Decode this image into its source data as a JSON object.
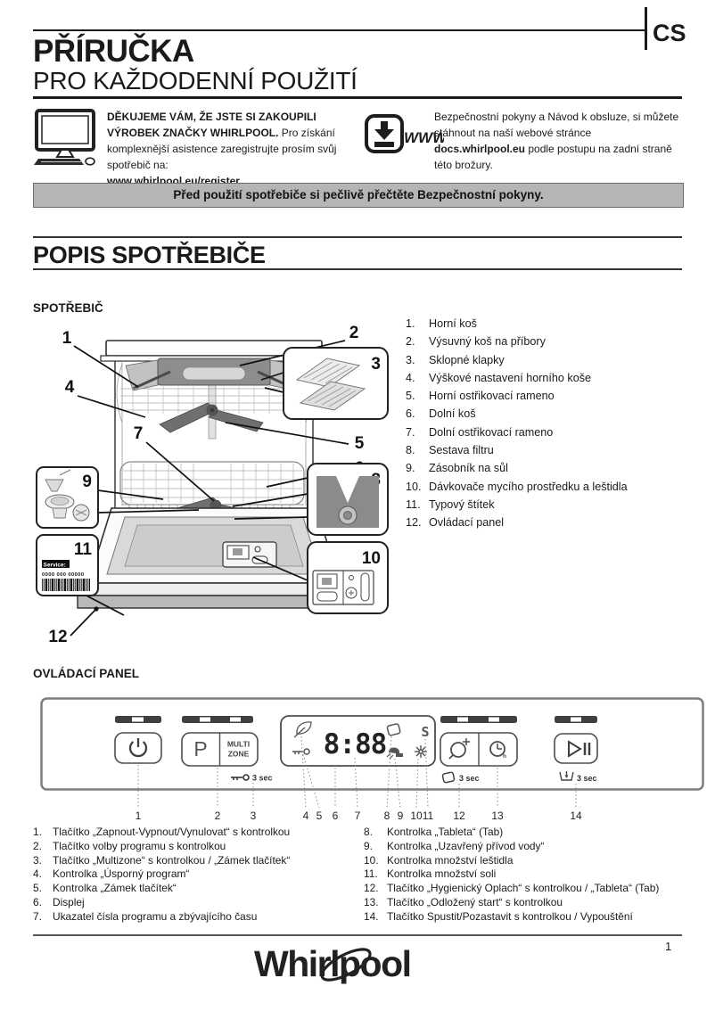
{
  "header": {
    "lang_code": "CS",
    "title": "PŘÍRUČKA",
    "subtitle": "PRO KAŽDODENNÍ POUŽITÍ"
  },
  "intro": {
    "left": {
      "bold_lead": "DĚKUJEME VÁM, ŽE JSTE SI ZAKOUPILI VÝROBEK ZNAČKY WHIRLPOOL.",
      "body": "Pro získání komplexnější asistence zaregistrujte prosím svůj spotřebič na:",
      "link": "www.whirlpool.eu/register"
    },
    "right": {
      "www_label": "WWW",
      "text_before": "Bezpečnostní pokyny a Návod k obsluze, si můžete stáhnout na naší webové stránce ",
      "link": "docs.whirlpool.eu",
      "text_after": " podle postupu na zadní straně této brožury."
    }
  },
  "notice_banner": "Před použití spotřebiče si pečlivě přečtěte Bezpečnostní pokyny.",
  "section": {
    "title": "POPIS SPOTŘEBIČE",
    "appliance_heading": "SPOTŘEBIČ",
    "panel_heading": "OVLÁDACÍ PANEL"
  },
  "appliance": {
    "callouts": [
      "1",
      "2",
      "3",
      "4",
      "5",
      "6",
      "7",
      "8",
      "9",
      "10",
      "11",
      "12"
    ],
    "service_label": "Service:",
    "service_number": "0000 000 00000",
    "items": [
      {
        "num": "1.",
        "label": "Horní koš"
      },
      {
        "num": "2.",
        "label": "Výsuvný koš na příbory"
      },
      {
        "num": "3.",
        "label": "Sklopné klapky"
      },
      {
        "num": "4.",
        "label": "Výškové nastavení horního koše"
      },
      {
        "num": "5.",
        "label": "Horní ostřikovací rameno"
      },
      {
        "num": "6.",
        "label": "Dolní koš"
      },
      {
        "num": "7.",
        "label": "Dolní ostřikovací rameno"
      },
      {
        "num": "8.",
        "label": "Sestava filtru"
      },
      {
        "num": "9.",
        "label": "Zásobník na sůl"
      },
      {
        "num": "10.",
        "label": "Dávkovače mycího prostředku a leštidla"
      },
      {
        "num": "11.",
        "label": "Typový štítek"
      },
      {
        "num": "12.",
        "label": "Ovládací panel"
      }
    ]
  },
  "panel": {
    "display_value": "8:88",
    "program_button": "P",
    "multizone_line1": "MULTI",
    "multizone_line2": "ZONE",
    "salt_indicator": "S",
    "hold_multizone": "3 sec",
    "hold_tab": "3 sec",
    "hold_drain": "3 sec",
    "numbers": [
      "1",
      "2",
      "3",
      "4",
      "5",
      "6",
      "7",
      "8",
      "9",
      "10",
      "11",
      "12",
      "13",
      "14"
    ],
    "legend_left": [
      {
        "num": "1.",
        "label": "Tlačítko „Zapnout-Vypnout/Vynulovat“ s kontrolkou"
      },
      {
        "num": "2.",
        "label": "Tlačítko volby programu s kontrolkou"
      },
      {
        "num": "3.",
        "label": "Tlačítko „Multizone“ s kontrolkou / „Zámek tlačítek“"
      },
      {
        "num": "4.",
        "label": "Kontrolka „Úsporný program“"
      },
      {
        "num": "5.",
        "label": "Kontrolka „Zámek tlačítek“"
      },
      {
        "num": "6.",
        "label": "Displej"
      },
      {
        "num": "7.",
        "label": "Ukazatel čísla programu a zbývajícího času"
      }
    ],
    "legend_right": [
      {
        "num": "8.",
        "label": "Kontrolka „Tableta“ (Tab)"
      },
      {
        "num": "9.",
        "label": "Kontrolka „Uzavřený přívod vody“"
      },
      {
        "num": "10.",
        "label": "Kontrolka množství leštidla"
      },
      {
        "num": "11.",
        "label": "Kontrolka množství soli"
      },
      {
        "num": "12.",
        "label": "Tlačítko „Hygienický Oplach“ s kontrolkou / „Tableta“ (Tab)"
      },
      {
        "num": "13.",
        "label": "Tlačítko „Odložený start“ s kontrolkou"
      },
      {
        "num": "14.",
        "label": "Tlačítko Spustit/Pozastavit s kontrolkou / Vypouštění"
      }
    ]
  },
  "footer": {
    "brand": "Whirlpool",
    "page_number": "1"
  }
}
